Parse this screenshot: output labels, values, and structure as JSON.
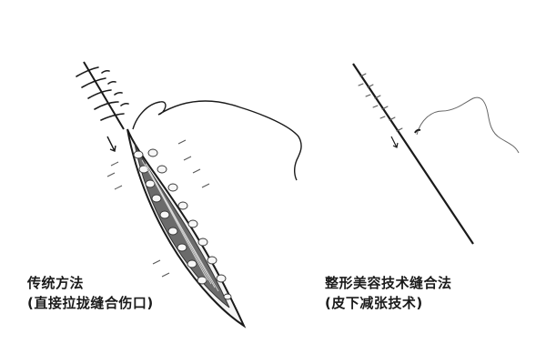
{
  "left_panel": {
    "caption_line1": "传统方法",
    "caption_line2": "(直接拉拢缝合伤口)"
  },
  "right_panel": {
    "caption_line1": "整形美容技术缝合法",
    "caption_line2": "(皮下减张技术)"
  },
  "colors": {
    "ink": "#1a1a1a",
    "tissue_dark": "#444444",
    "tissue_light": "#f2f2f2"
  }
}
